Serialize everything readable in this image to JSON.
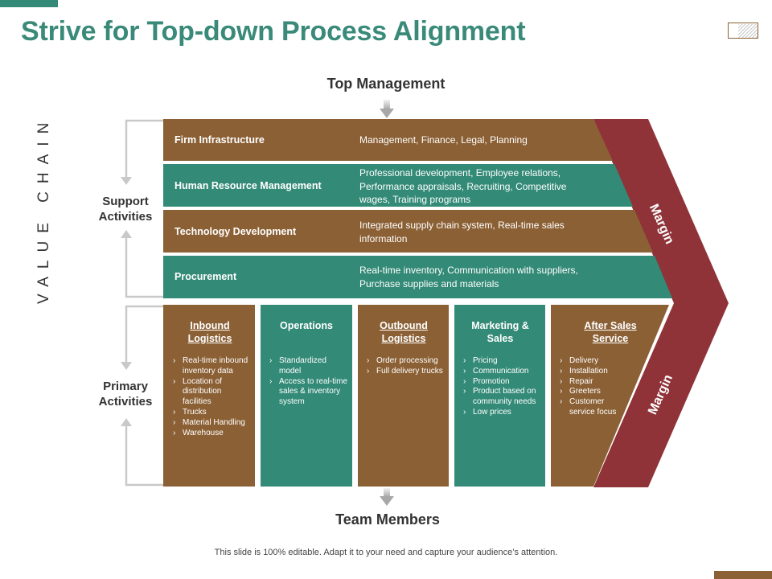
{
  "colors": {
    "brown": "#8b6035",
    "teal": "#338a77",
    "maroon": "#8f3338",
    "title_teal": "#3a8a7a",
    "bracket": "#c9c9c9"
  },
  "title": "Strive for Top-down Process Alignment",
  "top_heading": "Top Management",
  "bottom_heading": "Team Members",
  "side_labels": {
    "value_chain": "VALUE CHAIN",
    "support": "Support Activities",
    "primary": "Primary Activities"
  },
  "support_rows": [
    {
      "name": "Firm Infrastructure",
      "desc": "Management,  Finance,  Legal,  Planning",
      "color": "brown"
    },
    {
      "name": "Human Resource Management",
      "desc": "Professional development,  Employee relations, Performance appraisals,  Recruiting,  Competitive wages,  Training programs",
      "color": "teal"
    },
    {
      "name": "Technology Development",
      "desc": "Integrated supply chain system, Real-time sales information",
      "color": "brown"
    },
    {
      "name": "Procurement",
      "desc": "Real-time inventory,  Communication with suppliers, Purchase supplies and materials",
      "color": "teal"
    }
  ],
  "primary_cols": [
    {
      "title": "Inbound Logistics",
      "underline": true,
      "color": "brown",
      "items": [
        "Real-time inbound inventory data",
        "Location of distribution facilities",
        "Trucks",
        "Material Handling",
        "Warehouse"
      ]
    },
    {
      "title": "Operations",
      "underline": false,
      "color": "teal",
      "items": [
        "Standardized model",
        "Access to real-time sales & inventory system"
      ]
    },
    {
      "title": "Outbound Logistics",
      "underline": true,
      "color": "brown",
      "items": [
        "Order processing",
        "Full delivery trucks"
      ]
    },
    {
      "title": "Marketing & Sales",
      "underline": false,
      "color": "teal",
      "items": [
        "Pricing",
        "Communication",
        "Promotion",
        "Product based on community needs",
        "Low prices"
      ]
    },
    {
      "title": "After Sales Service",
      "underline": true,
      "color": "brown",
      "items": [
        "Delivery",
        "Installation",
        "Repair",
        "Greeters",
        "Customer service focus"
      ]
    }
  ],
  "margin_labels": [
    "Margin",
    "Margin"
  ],
  "footer": "This slide is 100% editable. Adapt it to your need and capture your audience’s attention."
}
